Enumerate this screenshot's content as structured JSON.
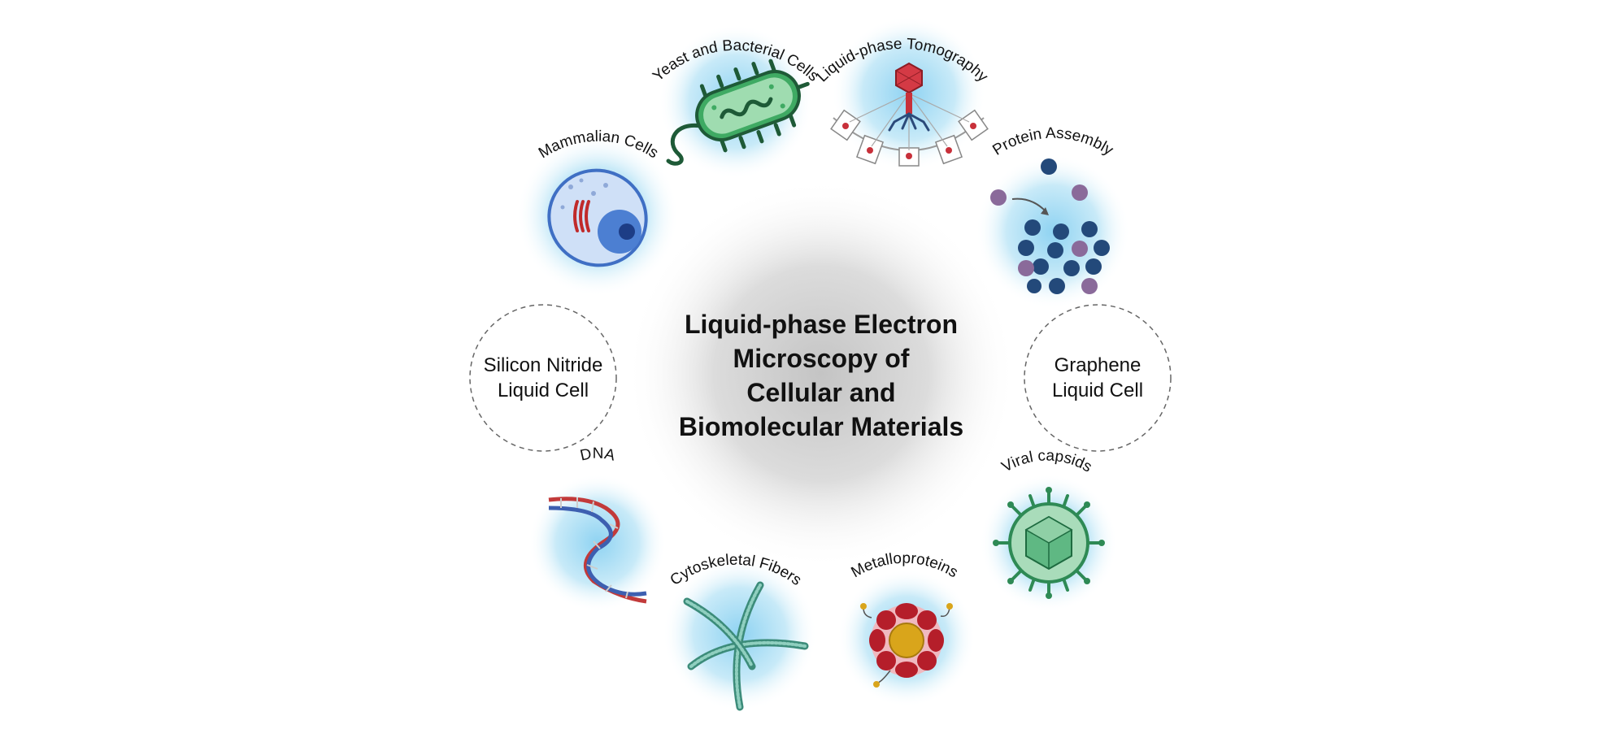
{
  "title_lines": [
    "Liquid-phase Electron",
    "Microscopy of",
    "Cellular and",
    "Biomolecular Materials"
  ],
  "liquid_cells": {
    "silicon_nitride": [
      "Silicon Nitride",
      "Liquid Cell"
    ],
    "graphene": [
      "Graphene",
      "Liquid Cell"
    ]
  },
  "items": {
    "yeast": "Yeast and Bacterial Cells",
    "tomography": "Liquid-phase Tomography",
    "mammalian": "Mammalian Cells",
    "protein": "Protein Assembly",
    "dna": "DNA",
    "viral": "Viral capsids",
    "cytoskeletal": "Cytoskeletal Fibers",
    "metallo": "Metalloproteins"
  },
  "colors": {
    "glow": "#9ed8f2",
    "center_gray": "#bdbdbd",
    "bacteria_green": "#2f9d57",
    "mammal_blue": "#3f6fc4",
    "phage_red": "#c8303a",
    "protein_navy": "#23497a",
    "protein_purple": "#8a6a9a",
    "capsid_green": "#2e8a55",
    "fiber_teal": "#4f9b8a",
    "metal_red": "#b51e2a",
    "metal_gold": "#d9a51b"
  },
  "icons": [
    "bacterium-icon",
    "bacteriophage-icon",
    "mammalian-cell-icon",
    "protein-cluster-icon",
    "dna-helix-icon",
    "viral-capsid-icon",
    "cytoskeletal-fibers-icon",
    "metalloprotein-icon"
  ]
}
